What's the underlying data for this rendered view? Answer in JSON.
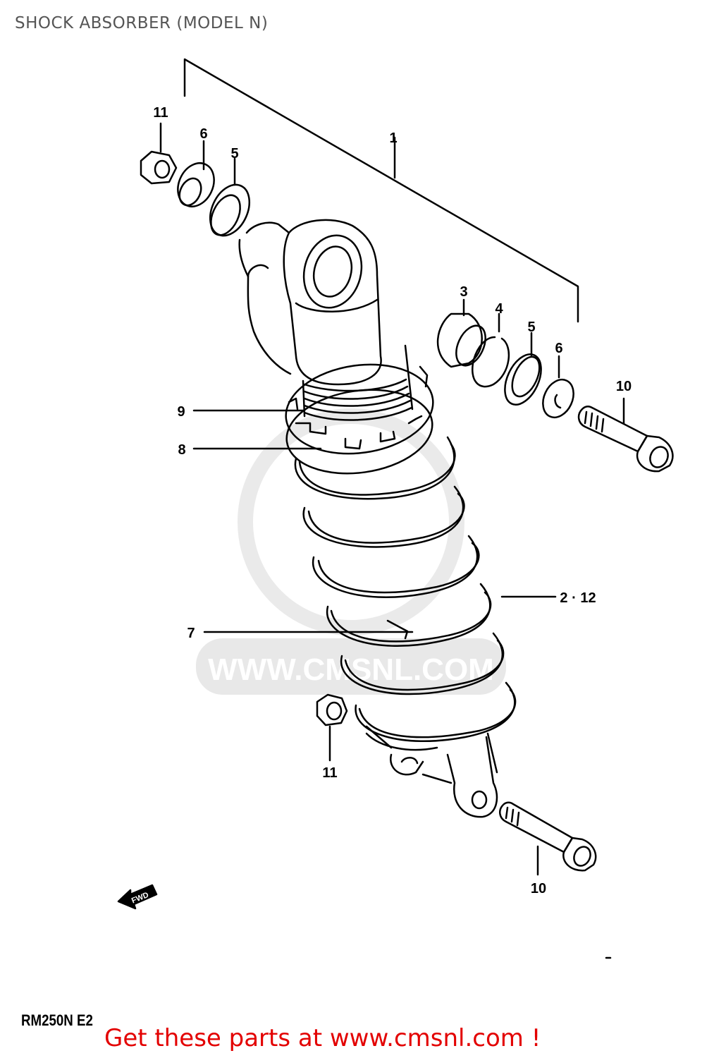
{
  "title": "SHOCK ABSORBER (MODEL N)",
  "model_code": "RM250N E2",
  "footer_text": "Get these parts at www.cmsnl.com !",
  "watermark": "WWW.CMSNL.COM",
  "direction_label": "FWD",
  "colors": {
    "footer": "#e30000",
    "title": "#555555",
    "watermark": "#dddddd"
  },
  "callouts": [
    {
      "id": "1",
      "label": "1"
    },
    {
      "id": "2-12",
      "label": "2 · 12"
    },
    {
      "id": "3",
      "label": "3"
    },
    {
      "id": "4",
      "label": "4"
    },
    {
      "id": "5-top",
      "label": "5"
    },
    {
      "id": "5-right",
      "label": "5"
    },
    {
      "id": "6-top",
      "label": "6"
    },
    {
      "id": "6-right",
      "label": "6"
    },
    {
      "id": "7",
      "label": "7"
    },
    {
      "id": "8",
      "label": "8"
    },
    {
      "id": "9",
      "label": "9"
    },
    {
      "id": "10-right",
      "label": "10"
    },
    {
      "id": "10-bottom",
      "label": "10"
    },
    {
      "id": "11-top",
      "label": "11"
    },
    {
      "id": "11-bottom",
      "label": "11"
    }
  ]
}
